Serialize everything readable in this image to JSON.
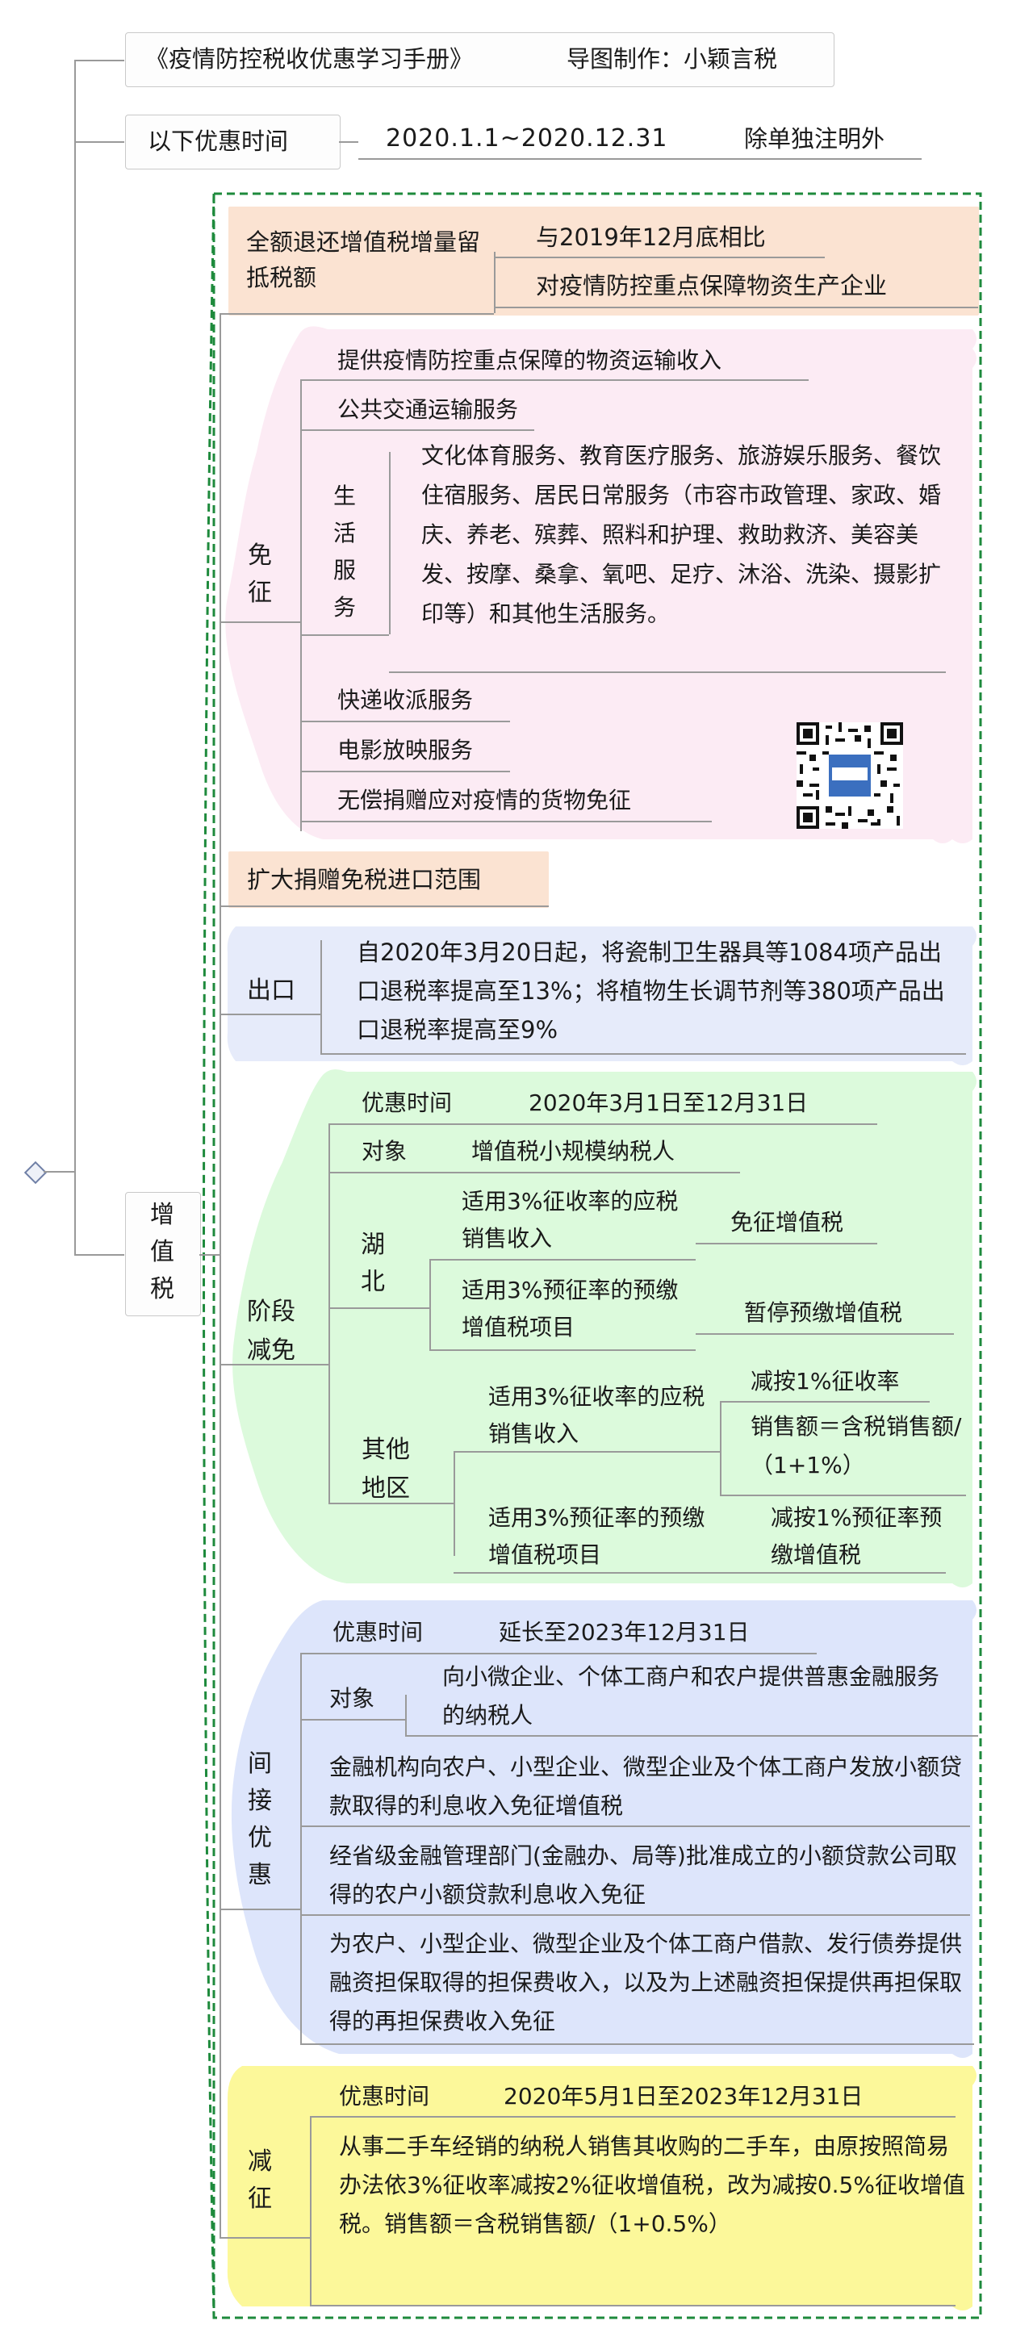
{
  "header": {
    "book_title": "《疫情防控税收优惠学习手册》",
    "author": "导图制作：小颖言税",
    "time_label": "以下优惠时间",
    "time_range": "2020.1.1~2020.12.31",
    "time_note": "除单独注明外"
  },
  "root": {
    "label": "增\n值\n税"
  },
  "refund": {
    "label": "全额退还增值税增量留抵税额",
    "items": [
      "与2019年12月底相比",
      "对疫情防控重点保障物资生产企业"
    ]
  },
  "exempt": {
    "label": "免\n征",
    "items": {
      "transport": "提供疫情防控重点保障的物资运输收入",
      "public": "公共交通运输服务",
      "life_label": "生\n活\n服\n务",
      "life_text": "文化体育服务、教育医疗服务、旅游娱乐服务、餐饮住宿服务、居民日常服务（市容市政管理、家政、婚庆、养老、殡葬、照料和护理、救助救济、美容美发、按摩、桑拿、氧吧、足疗、沐浴、洗染、摄影扩印等）和其他生活服务。",
      "express": "快递收派服务",
      "film": "电影放映服务",
      "donation": "无偿捐赠应对疫情的货物免征"
    },
    "qr_label": "QR code"
  },
  "import": {
    "label": "扩大捐赠免税进口范围"
  },
  "export": {
    "label": "出口",
    "text": "自2020年3月20日起，将瓷制卫生器具等1084项产品出口退税率提高至13%；将植物生长调节剂等380项产品出口退税率提高至9%"
  },
  "stage": {
    "label": "阶段\n减免",
    "time_label": "优惠时间",
    "time_value": "2020年3月1日至12月31日",
    "target_label": "对象",
    "target_value": "增值税小规模纳税人",
    "hubei": {
      "label": "湖\n北",
      "r1_cond": "适用3%征收率的应税销售收入",
      "r1_result": "免征增值税",
      "r2_cond": "适用3%预征率的预缴增值税项目",
      "r2_result": "暂停预缴增值税"
    },
    "other": {
      "label": "其他\n地区",
      "r1_cond": "适用3%征收率的应税销售收入",
      "r1_result1": "减按1%征收率",
      "r1_result2": "销售额＝含税销售额/（1+1%）",
      "r2_cond": "适用3%预征率的预缴增值税项目",
      "r2_result": "减按1%预征率预缴增值税"
    }
  },
  "indirect": {
    "label": "间\n接\n优\n惠",
    "time_label": "优惠时间",
    "time_value": "延长至2023年12月31日",
    "target_label": "对象",
    "target_value": "向小微企业、个体工商户和农户提供普惠金融服务的纳税人",
    "item1": "金融机构向农户、小型企业、微型企业及个体工商户发放小额贷款取得的利息收入免征增值税",
    "item2": "经省级金融管理部门(金融办、局等)批准成立的小额贷款公司取得的农户小额贷款利息收入免征",
    "item3": "为农户、小型企业、微型企业及个体工商户借款、发行债券提供融资担保取得的担保费收入，以及为上述融资担保提供再担保取得的再担保费收入免征"
  },
  "reduce": {
    "label": "减\n征",
    "time_label": "优惠时间",
    "time_value": "2020年5月1日至2023年12月31日",
    "text": "从事二手车经销的纳税人销售其收购的二手车，由原按照简易办法依3%征收率减按2%征收增值税，改为减按0.5%征收增值税。销售额＝含税销售额/（1+0.5%）"
  },
  "colors": {
    "peach": "#fbe3d2",
    "pink": "#fcebf4",
    "blue": "#e6ebfa",
    "green": "#dcfadc",
    "lavender": "#dde5fb",
    "yellow": "#fcf89a",
    "boundary": "#1e8a3c"
  }
}
